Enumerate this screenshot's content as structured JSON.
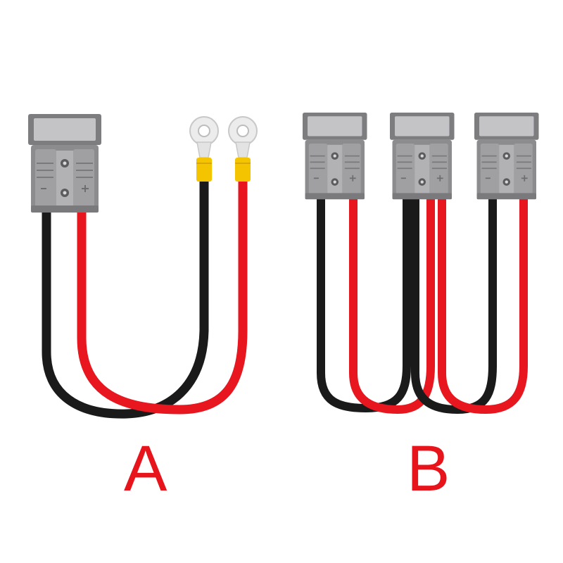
{
  "labels": {
    "a": "A",
    "b": "B"
  },
  "colors": {
    "background": "#ffffff",
    "label": "#e8141c",
    "wire_red": "#e8161e",
    "wire_black": "#1a1a1a",
    "housing": "#8c8c8e",
    "housing_light": "#a9a9ab",
    "housing_top": "#c4c4c6",
    "ferrule": "#f5c400",
    "ring_terminal": "#e9e9ea"
  },
  "scene": {
    "a": {
      "connectors": 1,
      "ring_terminals": 2
    },
    "b": {
      "connectors": 3
    }
  }
}
